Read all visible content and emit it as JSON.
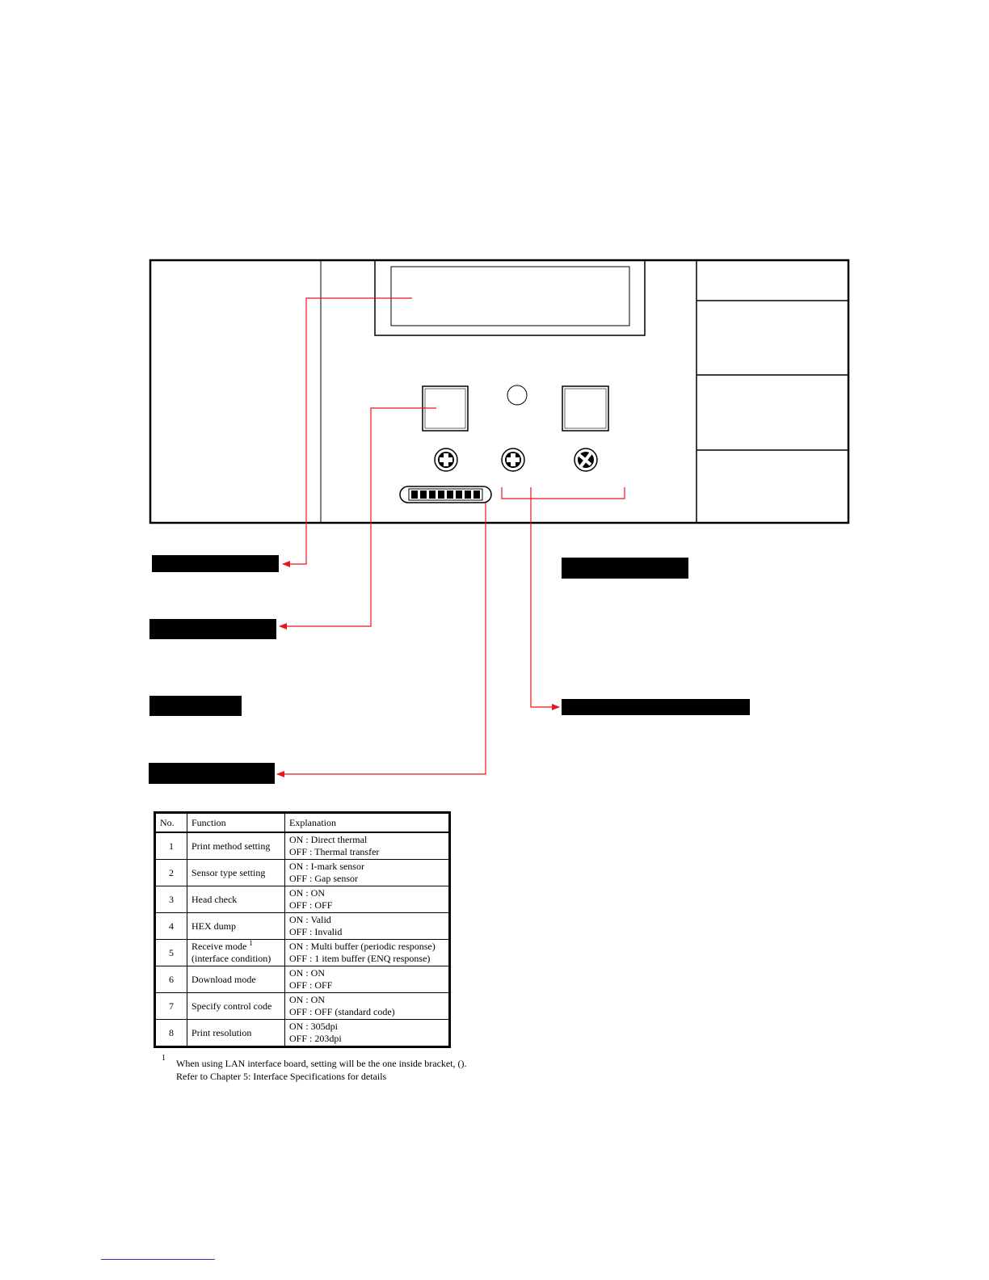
{
  "colors": {
    "leader": "#e8141b",
    "outline": "#000000",
    "redaction": "#000000",
    "footer_rule": "#3333cc"
  },
  "table": {
    "headers": [
      "No.",
      "Function",
      "Explanation"
    ],
    "rows": [
      {
        "no": "1",
        "function": "Print method setting",
        "function_sup": "",
        "function2": "",
        "on": "ON   : Direct thermal",
        "off": "OFF : Thermal transfer"
      },
      {
        "no": "2",
        "function": "Sensor type setting",
        "function_sup": "",
        "function2": "",
        "on": "ON   : I-mark sensor",
        "off": "OFF : Gap sensor"
      },
      {
        "no": "3",
        "function": "Head check",
        "function_sup": "",
        "function2": "",
        "on": "ON   : ON",
        "off": "OFF : OFF"
      },
      {
        "no": "4",
        "function": "HEX dump",
        "function_sup": "",
        "function2": "",
        "on": "ON   : Valid",
        "off": "OFF : Invalid"
      },
      {
        "no": "5",
        "function": "Receive mode",
        "function_sup": "1",
        "function2": "(interface condition)",
        "on": "ON   : Multi buffer (periodic response)",
        "off": "OFF : 1 item buffer (ENQ response)"
      },
      {
        "no": "6",
        "function": "Download mode",
        "function_sup": "",
        "function2": "",
        "on": "ON   : ON",
        "off": "OFF : OFF"
      },
      {
        "no": "7",
        "function": "Specify control code",
        "function_sup": "",
        "function2": "",
        "on": "ON   : ON",
        "off": "OFF : OFF (standard code)"
      },
      {
        "no": "8",
        "function": "Print resolution",
        "function_sup": "",
        "function2": "",
        "on": "ON   : 305dpi",
        "off": "OFF : 203dpi"
      }
    ]
  },
  "footnote": {
    "mark": "1",
    "line1": "When using LAN interface board, setting will be the one inside bracket, ().",
    "line2": "Refer to Chapter 5: Interface Specifications for details"
  },
  "panel": {
    "icons": [
      "plus-screw-icon",
      "plus-screw-icon",
      "slotted-screw-icon"
    ],
    "dip_switch_positions": 8
  }
}
